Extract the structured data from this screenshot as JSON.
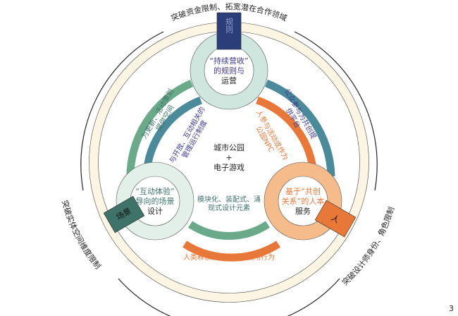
{
  "outer_labels": {
    "top": "突破资金限制、拓宽潜在合作领域",
    "left": "突破实体空间维度限制",
    "right": "突破设计师身份、角色限制"
  },
  "tags": {
    "rules": "规则",
    "scene": "场景",
    "people": "人"
  },
  "center": {
    "line1": "城市公园",
    "line2": "+",
    "line3": "电子游戏"
  },
  "nodes": {
    "top": {
      "line1": "“持续营收”",
      "line2": "的规则与",
      "line3": "运营"
    },
    "left": {
      "line1": "“互动体验”",
      "line2": "导向的场景",
      "line3": "设计"
    },
    "right": {
      "line1": "基于“共创",
      "line2": "关系”的人本",
      "line3": "服务"
    }
  },
  "arcs": {
    "left_outer": "为更新、活动策划提供空间",
    "left_inner": "与开放、互动相关的管理运行制度",
    "right_outer": "公众参与为共创提供平台",
    "right_inner": "人参与活动或作为公园NPC",
    "bottom_upper": "模块化、装配式、涌现式设计元素",
    "bottom_lower": "人类释放自然的场景使用行为"
  },
  "colors": {
    "blue": "#2c3e7a",
    "teal": "#3f7269",
    "orange": "#e8783a",
    "green": "#6aaa8a",
    "steel": "#4a8a9a",
    "cream": "#fdf5e4"
  },
  "page_number": "3"
}
